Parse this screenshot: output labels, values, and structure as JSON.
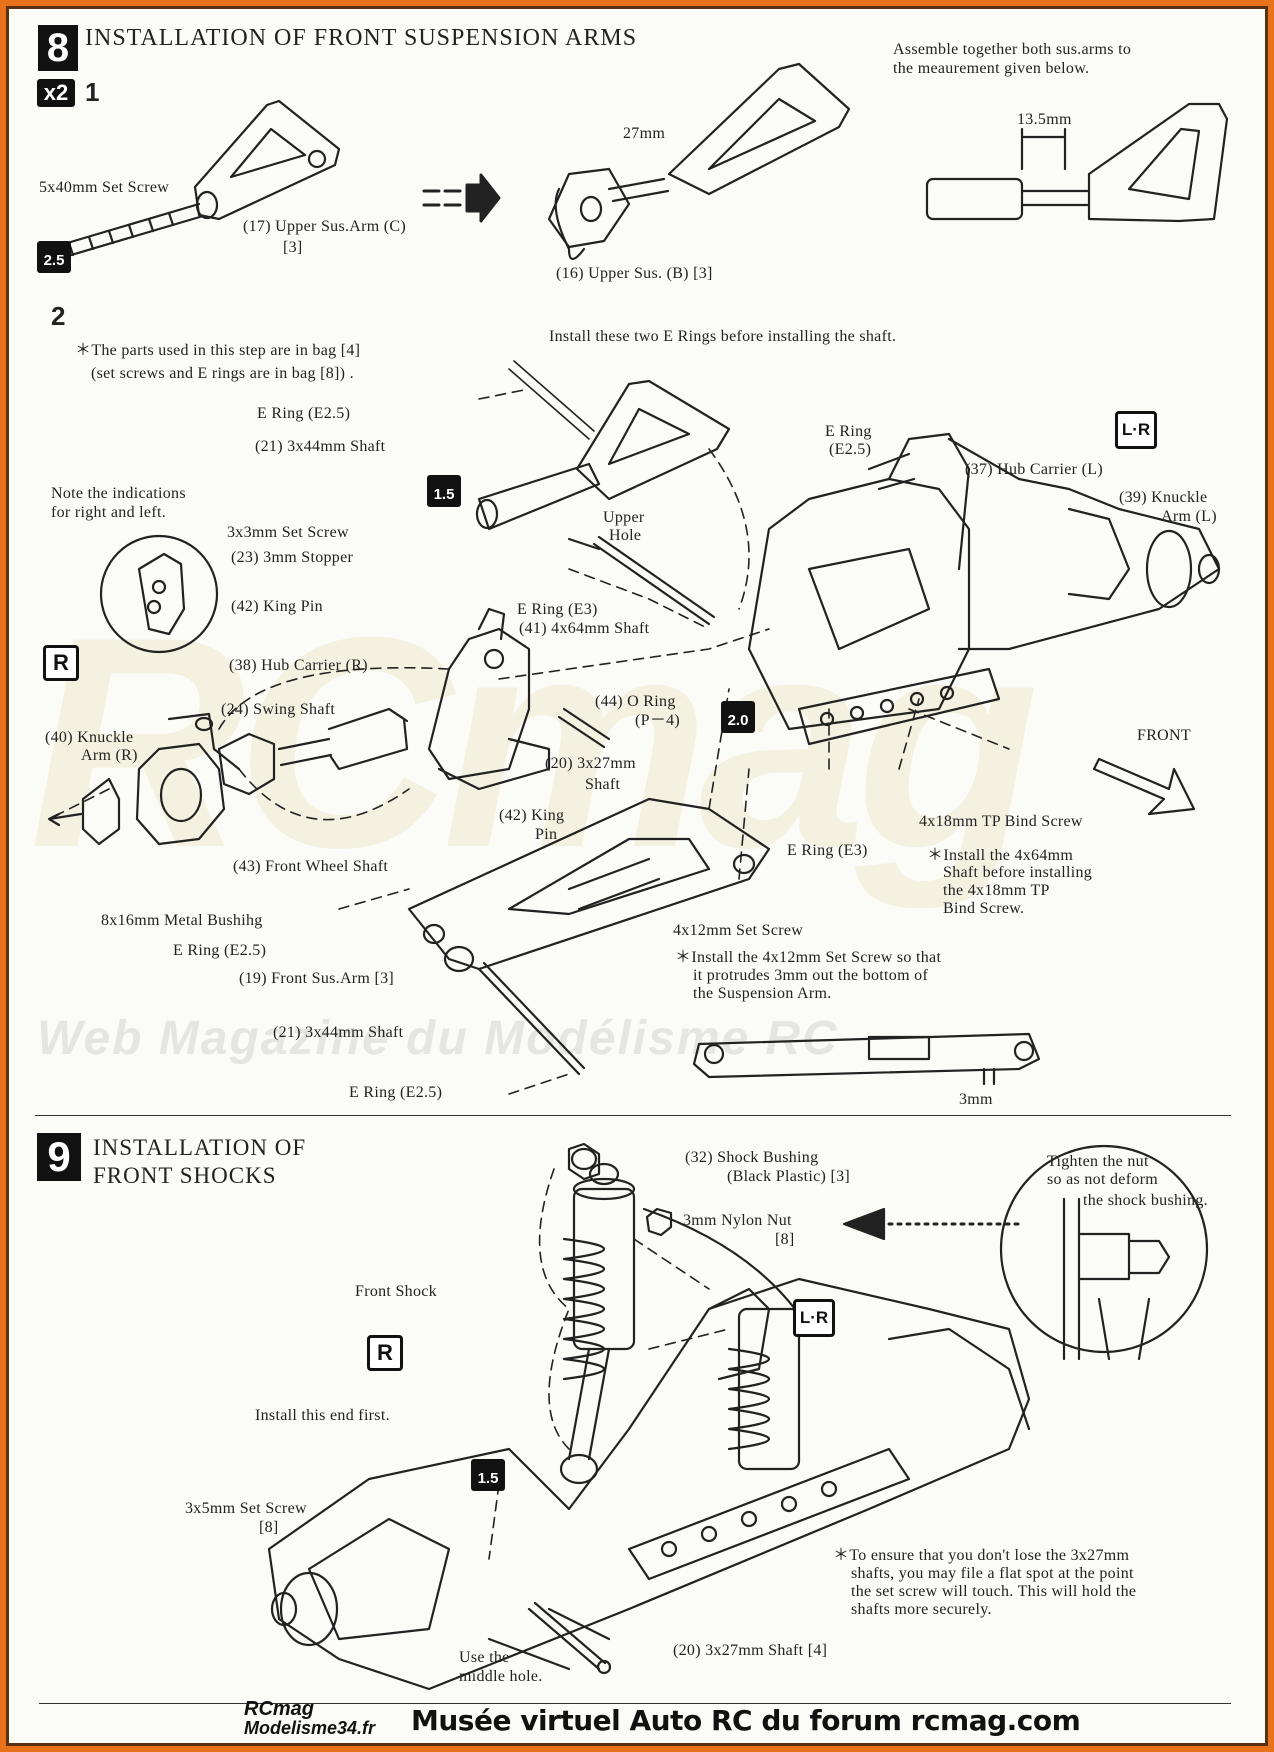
{
  "watermark": {
    "logo": "RCmag",
    "tagline": "Web Magazine du Modélisme RC"
  },
  "section8": {
    "number": "8",
    "title": "INSTALLATION OF FRONT SUSPENSION ARMS",
    "multiplier": "x2",
    "step1": "1",
    "step2": "2",
    "tool_badges": [
      "2.5",
      "1.5",
      "2.0"
    ],
    "lr_badge": "L·R",
    "r_badge": "R",
    "labels": {
      "set_screw_5x40": "5x40mm Set Screw",
      "upper_arm_c": "(17)  Upper Sus.Arm  (C)",
      "upper_arm_c_bag": "[3]",
      "dim_27": "27mm",
      "upper_sus_b": "(16)  Upper Sus.  (B)  [3]",
      "assemble_1": "Assemble together both sus.arms to",
      "assemble_2": "the meaurement given below.",
      "dim_135": "13.5mm",
      "note_bag_1": "The parts used in this step are in bag [4]",
      "note_bag_2": "(set screws and E rings are in bag [8]) .",
      "install_erings": "Install these two E Rings before installing the shaft.",
      "ering_25_a": "E Ring  (E2.5)",
      "shaft_3x44_a": "(21)  3x44mm Shaft",
      "ering_25_b_1": "E Ring",
      "ering_25_b_2": "(E2.5)",
      "hub_carrier_l": "(37)  Hub Carrier  (L)",
      "knuckle_l_1": "(39)  Knuckle",
      "knuckle_l_2": "Arm  (L)",
      "note_lr_1": "Note the indications",
      "note_lr_2": "for right and left.",
      "set_screw_3x3": "3x3mm Set Screw",
      "stopper_3mm": "(23)  3mm Stopper",
      "upper_hole_1": "Upper",
      "upper_hole_2": "Hole",
      "king_pin_a": "(42)  King Pin",
      "ering_e3_a": "E Ring  (E3)",
      "shaft_4x64": "(41)  4x64mm Shaft",
      "hub_carrier_r": "(38)  Hub Carrier  (R)",
      "oring_1": "(44)  O Ring",
      "oring_2": "(P－4)",
      "swing_shaft": "(24)  Swing Shaft",
      "knuckle_r_1": "(40)  Knuckle",
      "knuckle_r_2": "Arm  (R)",
      "shaft_3x27_1": "(20)  3x27mm",
      "shaft_3x27_2": "Shaft",
      "front": "FRONT",
      "king_pin_b_1": "(42)  King",
      "king_pin_b_2": "Pin",
      "tp_screw": "4x18mm TP Bind Screw",
      "ering_e3_b": "E Ring  (E3)",
      "note_4x64_1": "Install the 4x64mm",
      "note_4x64_2": "Shaft before installing",
      "note_4x64_3": "the 4x18mm TP",
      "note_4x64_4": "Bind Screw.",
      "front_wheel_shaft": "(43)  Front Wheel Shaft",
      "metal_bushing": "8x16mm Metal Bushihg",
      "set_screw_4x12": "4x12mm Set Screw",
      "ering_25_c": "E Ring  (E2.5)",
      "front_sus_arm": "(19)  Front Sus.Arm  [3]",
      "note_4x12_1": "Install the 4x12mm Set Screw so that",
      "note_4x12_2": "it protrudes 3mm out the bottom of",
      "note_4x12_3": "the Suspension Arm.",
      "shaft_3x44_b": "(21)  3x44mm Shaft",
      "ering_25_d": "E Ring  (E2.5)",
      "dim_3": "3mm"
    }
  },
  "section9": {
    "number": "9",
    "title_1": "INSTALLATION OF",
    "title_2": "FRONT SHOCKS",
    "r_badge": "R",
    "lr_badge": "L·R",
    "tool_badge": "1.5",
    "labels": {
      "shock_bushing_1": "(32)  Shock Bushing",
      "shock_bushing_2": "(Black Plastic)  [3]",
      "nylon_nut_1": "3mm Nylon Nut",
      "nylon_nut_2": "[8]",
      "tighten_1": "Tighten the nut",
      "tighten_2": "so as not deform",
      "tighten_3": "the shock bushing.",
      "front_shock": "Front Shock",
      "install_end": "Install this end first.",
      "set_screw_3x5_1": "3x5mm Set Screw",
      "set_screw_3x5_2": "[8]",
      "note_file_1": "To ensure that you don't lose the 3x27mm",
      "note_file_2": "shafts, you may file a flat spot at the point",
      "note_file_3": "the set screw will touch. This will hold the",
      "note_file_4": "shafts more securely.",
      "use_middle_1": "Use the",
      "use_middle_2": "middle hole.",
      "shaft_3x27": "(20)  3x27mm Shaft  [4]"
    }
  },
  "footer": {
    "logo_top": "RCmag",
    "logo_bottom": "Modelisme34.fr",
    "caption": "Musée virtuel Auto RC du forum rcmag.com"
  }
}
